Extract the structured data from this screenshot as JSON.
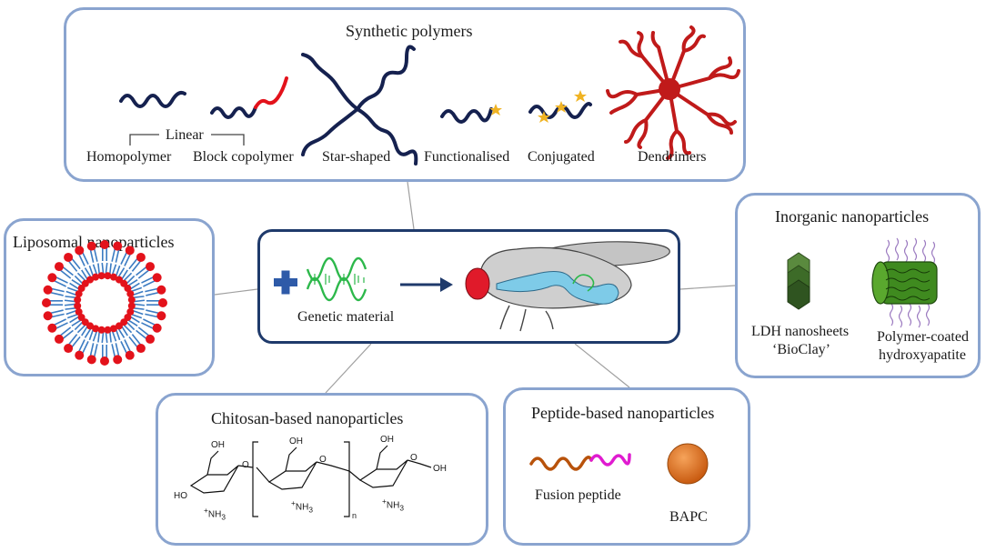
{
  "colors": {
    "box_border": "#8aa4cf",
    "center_border": "#1f3a6b",
    "navy_chain": "#15214f",
    "red_block": "#e3121b",
    "dendrimer": "#c01a1a",
    "star": "#f0b323",
    "dna_green": "#2db84b",
    "plus_blue": "#2e5aa8",
    "lipid_head": "#e3121b",
    "lipid_tail": "#3b7bc2",
    "ldh_green": "#3d6b28",
    "hap_green": "#3f8a1f",
    "polymer_purple": "#9b7ac0",
    "fusion_orange": "#b8520b",
    "fusion_magenta": "#e01bd0",
    "bapc_orange": "#e37822",
    "fly_body": "#c8c8c8",
    "fly_eye": "#e01a2a",
    "fly_gut": "#7ecbe8"
  },
  "synthetic": {
    "title": "Synthetic polymers",
    "linear_label": "Linear",
    "homopolymer": "Homopolymer",
    "block_copolymer": "Block copolymer",
    "star_shaped": "Star-shaped",
    "functionalised": "Functionalised",
    "conjugated": "Conjugated",
    "dendrimers": "Dendrimers"
  },
  "liposomal": {
    "title": "Liposomal nanoparticles"
  },
  "center": {
    "genetic_material": "Genetic material",
    "plus_icon": "plus-icon",
    "arrow_icon": "arrow-right-icon"
  },
  "inorganic": {
    "title": "Inorganic nanoparticles",
    "ldh_line1": "LDH nanosheets",
    "ldh_line2": "‘BioClay’",
    "hap_line1": "Polymer-coated",
    "hap_line2": "hydroxyapatite"
  },
  "chitosan": {
    "title": "Chitosan-based nanoparticles",
    "oh": "OH",
    "ho": "HO",
    "nh3": "NH",
    "nh3_sub": "3",
    "plus_sup": "+",
    "o": "O",
    "n": "n"
  },
  "peptide": {
    "title": "Peptide-based nanoparticles",
    "fusion": "Fusion peptide",
    "bapc": "BAPC"
  }
}
